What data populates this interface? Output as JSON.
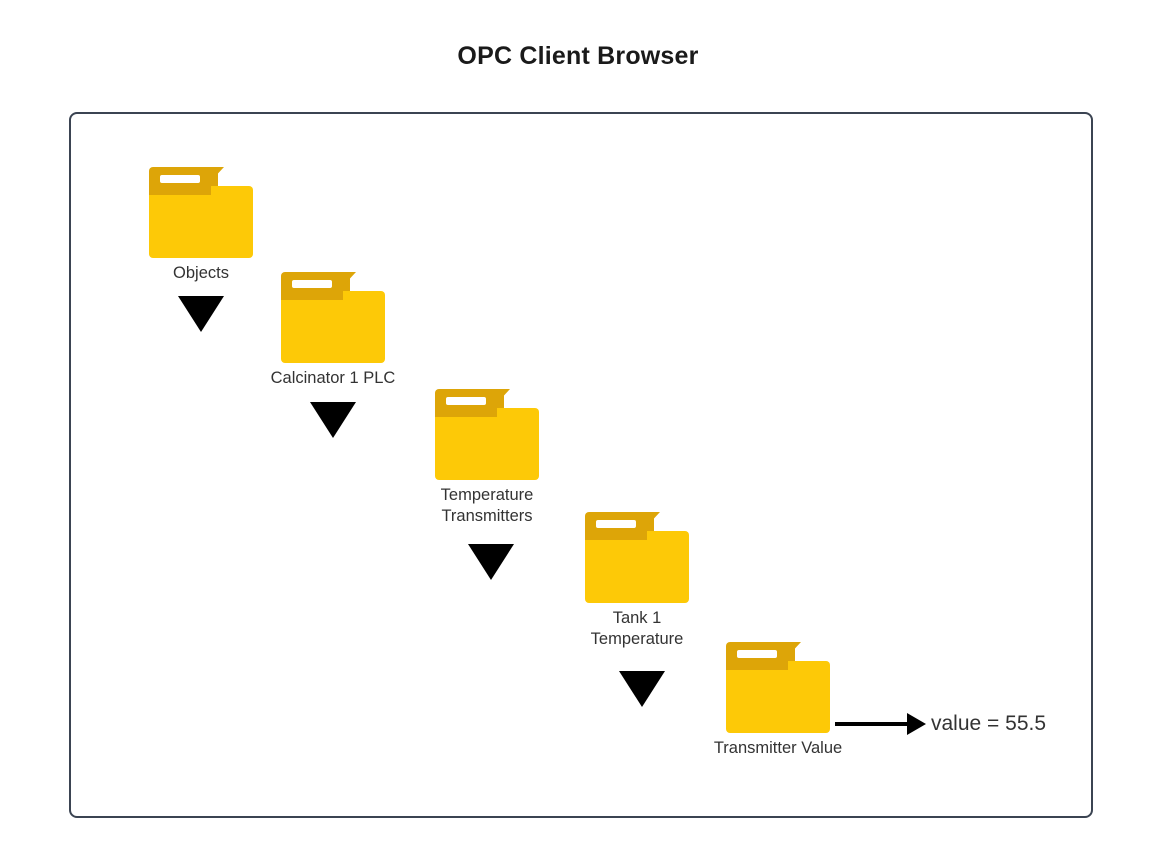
{
  "title": "OPC Client Browser",
  "diagram": {
    "nodes": [
      {
        "id": "objects",
        "label": "Objects",
        "icon": "folder-icon"
      },
      {
        "id": "calcinator-1-plc",
        "label": "Calcinator 1 PLC",
        "icon": "folder-icon"
      },
      {
        "id": "temperature-transmitters",
        "label": "Temperature\nTransmitters",
        "icon": "folder-icon"
      },
      {
        "id": "tank-1-temperature",
        "label": "Tank 1\nTemperature",
        "icon": "folder-icon"
      },
      {
        "id": "transmitter-value",
        "label": "Transmitter Value",
        "icon": "folder-icon"
      }
    ],
    "value_annotation": "value = 55.5",
    "colors": {
      "folder_body": "#fdc907",
      "folder_tab": "#dda508",
      "folder_slot": "#ffffff",
      "arrow": "#000000",
      "frame_border": "#3b4452",
      "label_text": "#333333",
      "title_text": "#1a1a1a",
      "background": "#ffffff"
    }
  }
}
